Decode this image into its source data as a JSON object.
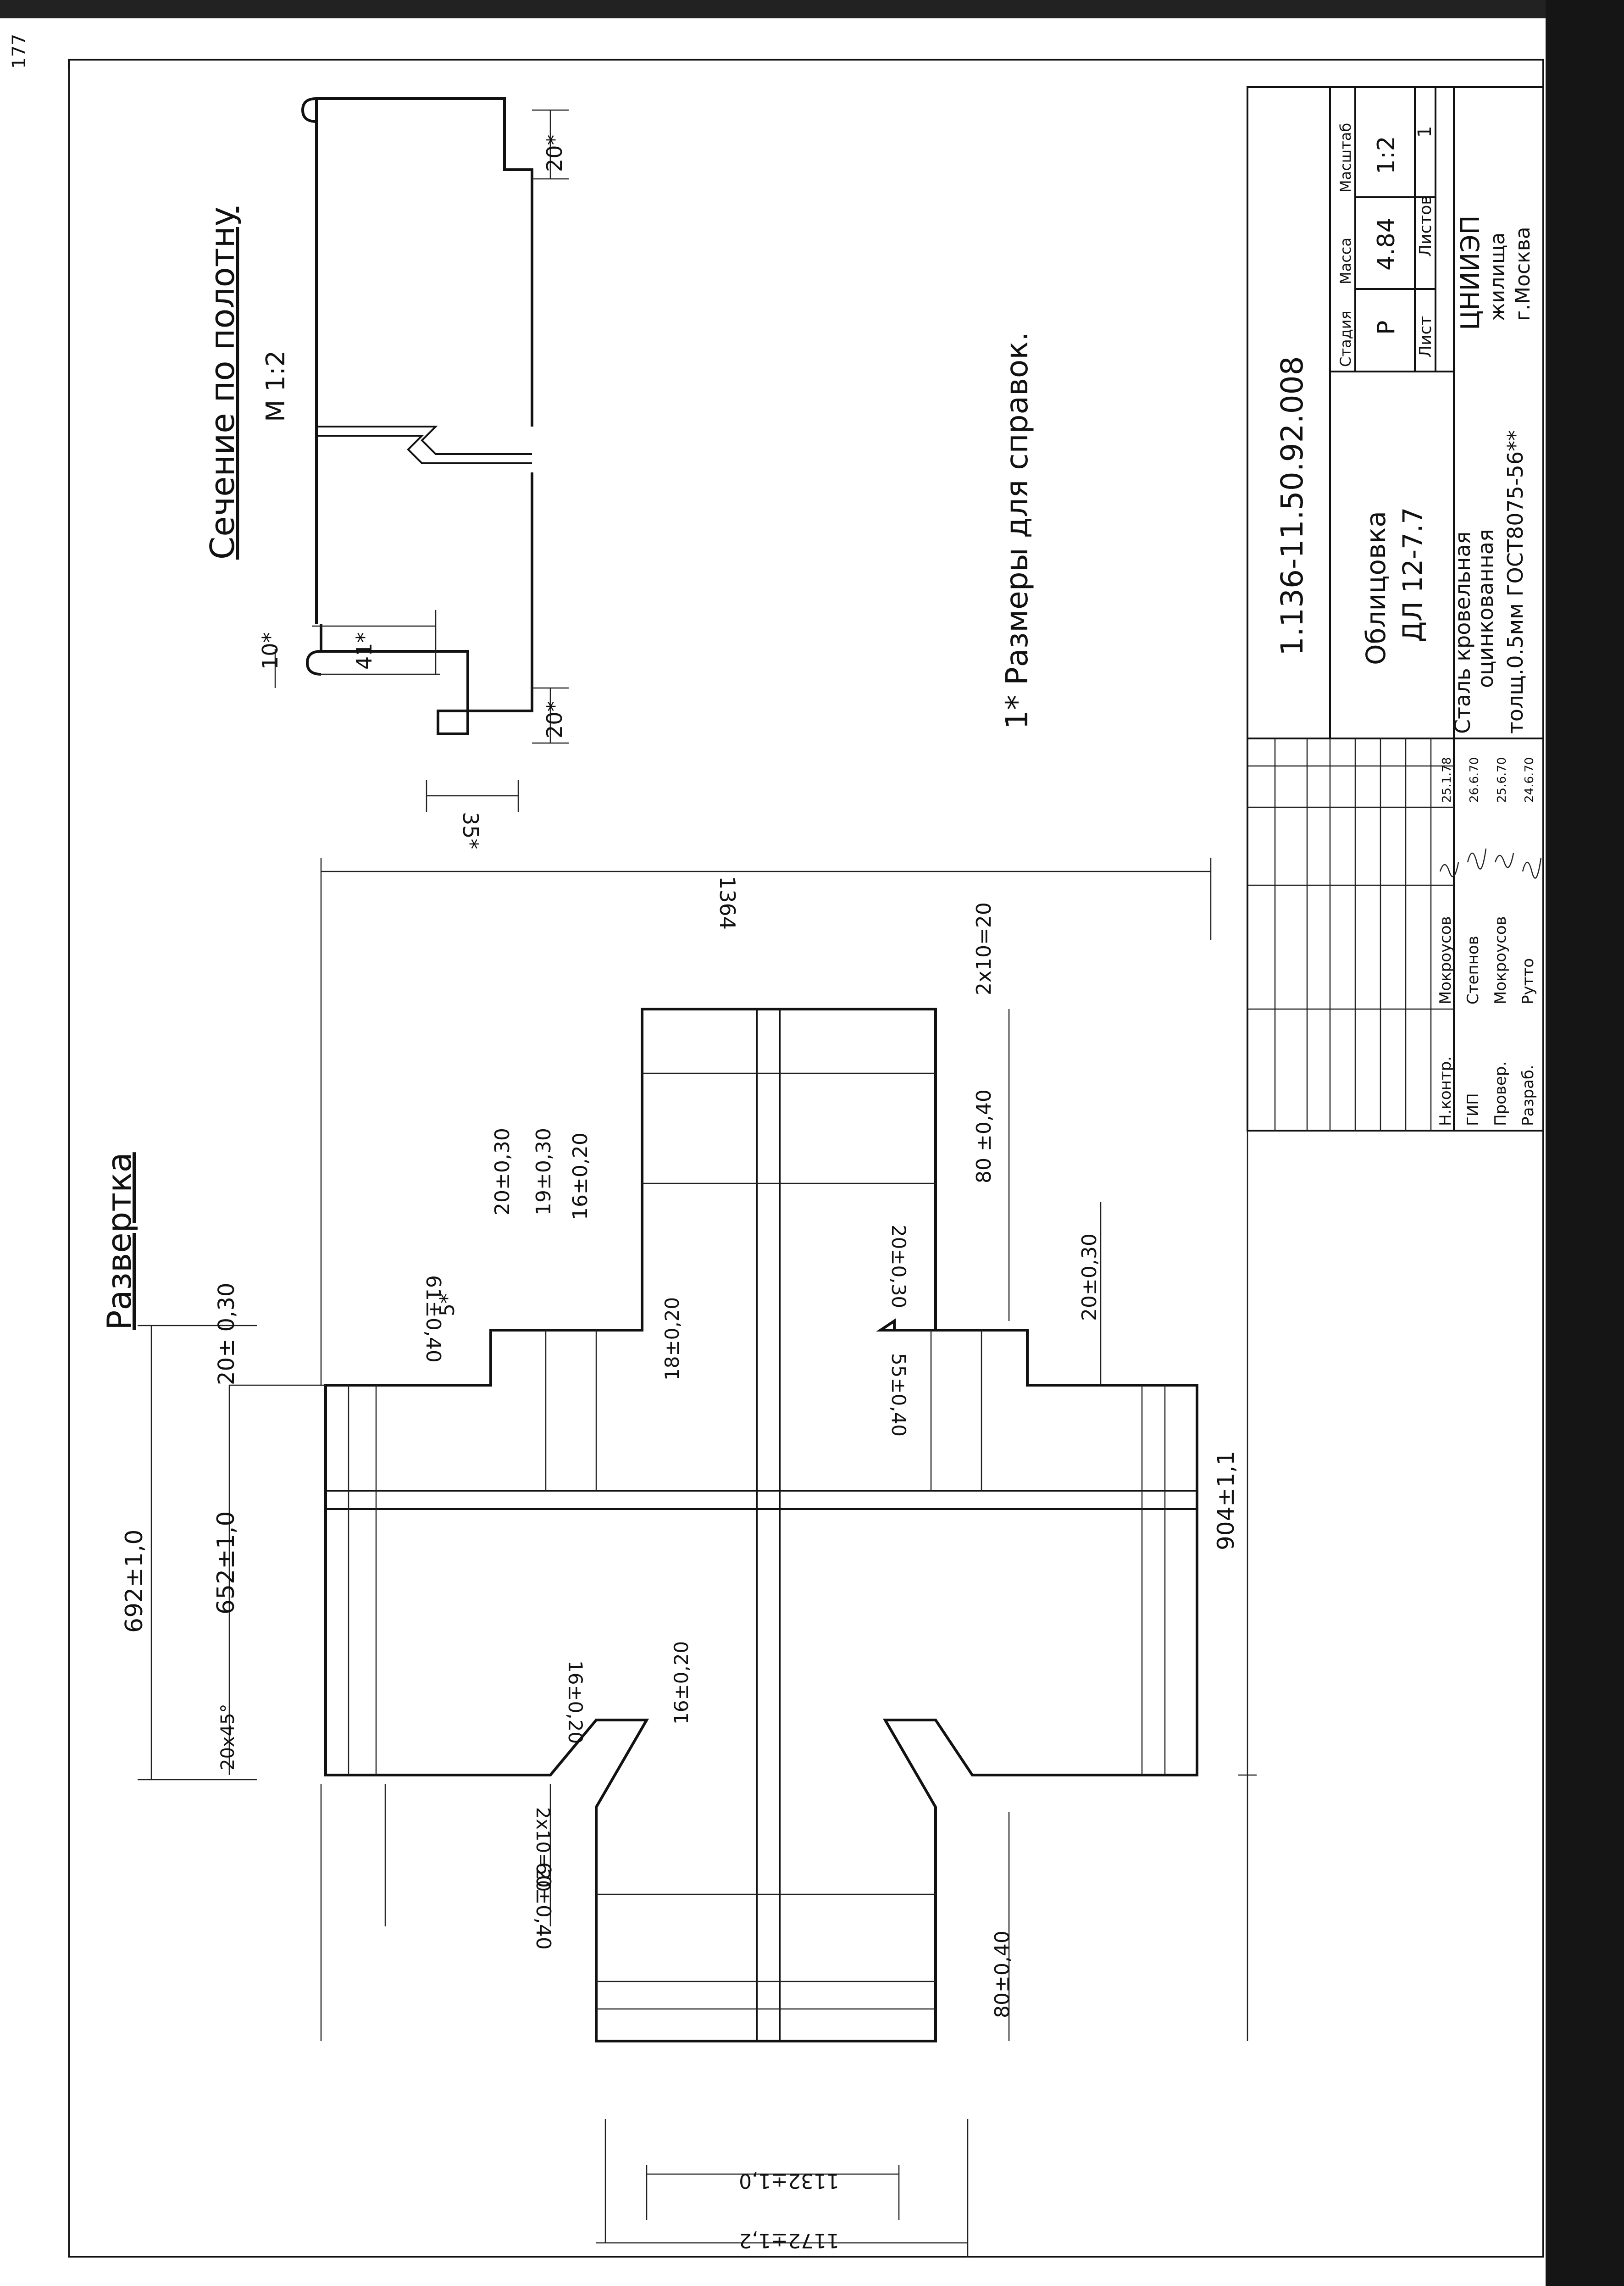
{
  "sheet": {
    "page_number": "177",
    "razvertka_title": "Развертка",
    "section_title": "Сечение по полотну",
    "section_scale": "М 1:2",
    "note": "1* Размеры для справок."
  },
  "section_dims": {
    "d20_top": "20*",
    "d10": "10*",
    "d41": "41*",
    "d20_bottom": "20*",
    "d35": "35*"
  },
  "blank_dims": {
    "d692": "692±1,0",
    "d652": "652±1,0",
    "d20_030_top": "20± 0,30",
    "d20x45": "20х45°",
    "d20_030_notch": "20±0,30",
    "d19_030": "19±0,30",
    "d16_020_notch": "16±0,20",
    "d61_040": "61±0,40",
    "d5": "5*",
    "d18_020": "18±0,20",
    "d1364": "1364",
    "d2x10_20_right": "2х10=20",
    "d80_040_right": "80 ±0,40",
    "d20_030_right_a": "20±0,30",
    "d20_030_right_b": "20±0,30",
    "d55_040": "55±0,40",
    "d904": "904±1,1",
    "d16_020_lower_a": "16±0,20",
    "d16_020_lower_b": "16±0,20",
    "d60_040": "60±0,40",
    "d2x10_20_left": "2х10=20",
    "d80_040_left": "80±0,40",
    "d1132": "1132±1,0",
    "d1172": "1172±1,2"
  },
  "title_block": {
    "doc_code": "1.136-11.50.92.008",
    "product_name": "Облицовка",
    "product_mark": "ДЛ 12-7.7",
    "headers": {
      "stage": "Стадия",
      "mass": "Масса",
      "scale": "Масштаб"
    },
    "values": {
      "stage": "Р",
      "mass": "4.84",
      "scale": "1:2"
    },
    "sheet_label": "Лист",
    "sheets_label": "Листов",
    "sheets_value": "1",
    "material_lines": [
      "Сталь кровельная",
      "оцинкованная",
      "толщ.0.5мм ГОСТ8075-56**"
    ],
    "organization_lines": [
      "ЦНИИЭП",
      "жилища",
      "г.Москва"
    ],
    "roles": [
      "Н.контр.",
      "ГИП",
      "Провер.",
      "Разраб."
    ],
    "names": [
      "Мокроусов",
      "Степнов",
      "Мокроусов",
      "Рутто"
    ],
    "dates": [
      "25.1.78",
      "26.6.70",
      "25.6.70",
      "24.6.70"
    ]
  }
}
